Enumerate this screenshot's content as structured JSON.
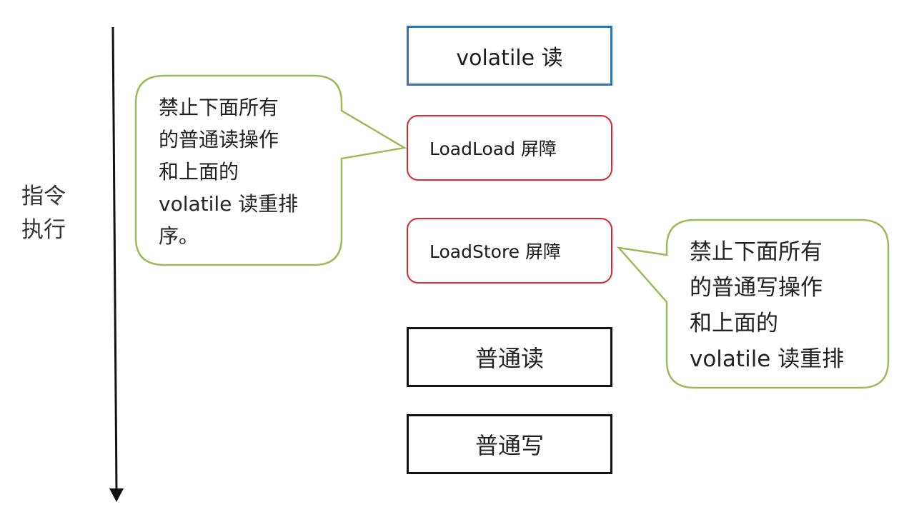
{
  "colors": {
    "volatile_box_border": "#2E75B6",
    "barrier_box_border": "#D9282F",
    "plain_box_border": "#111111",
    "callout_border": "#9BBB59",
    "arrow": "#111111"
  },
  "axis": {
    "label_lines": [
      "指令",
      "执行"
    ]
  },
  "steps": {
    "volatile_read": "volatile 读",
    "loadload_barrier": "LoadLoad 屏障",
    "loadstore_barrier": "LoadStore 屏障",
    "plain_read": "普通读",
    "plain_write": "普通写"
  },
  "callouts": {
    "loadload": {
      "lines": [
        "禁止下面所有",
        "的普通读操作",
        "和上面的",
        "volatile 读重排",
        "序。"
      ]
    },
    "loadstore": {
      "lines": [
        "禁止下面所有",
        "的普通写操作",
        "和上面的",
        "volatile 读重排"
      ]
    }
  }
}
